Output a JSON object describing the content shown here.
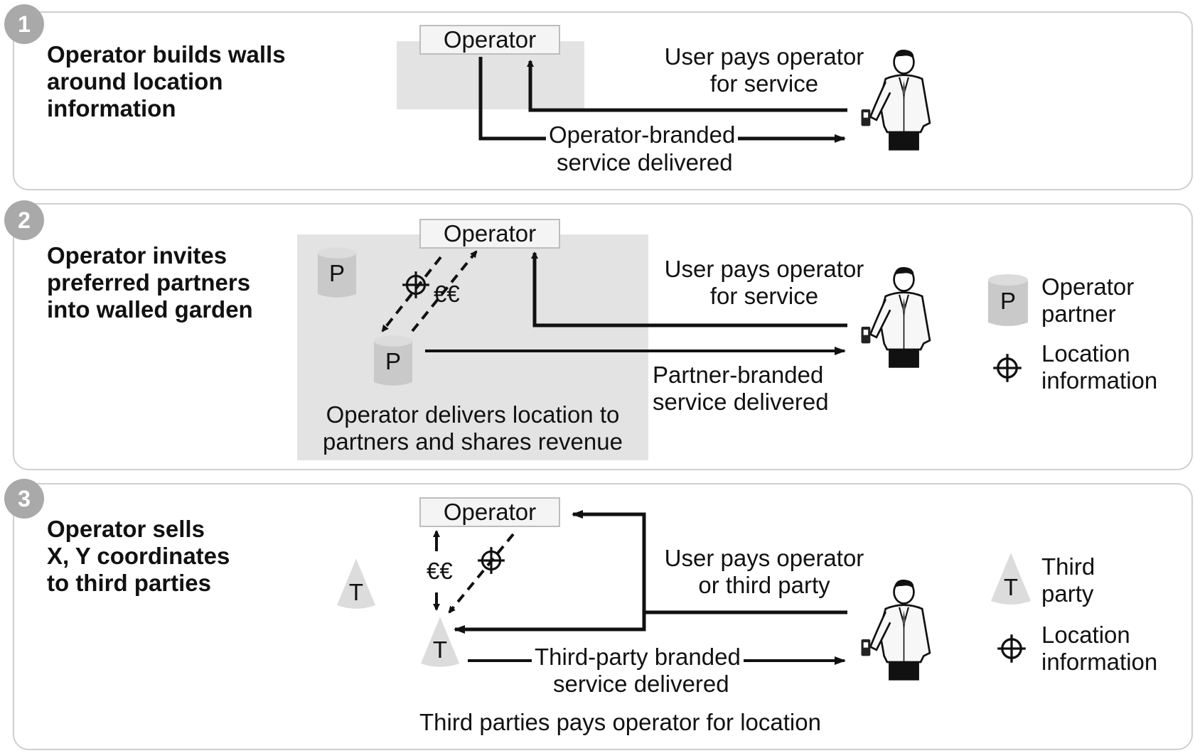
{
  "panels": [
    {
      "number": "1",
      "heading": "Operator builds walls\naround location\ninformation",
      "operator_label": "Operator",
      "user_pays_label": "User pays operator\nfor service",
      "service_label_line1": "Operator-branded",
      "service_label_line2": "service delivered"
    },
    {
      "number": "2",
      "heading": "Operator invites\npreferred partners\ninto walled garden",
      "operator_label": "Operator",
      "euro_label": "€€",
      "partner_symbol": "P",
      "user_pays_label": "User pays operator\nfor service",
      "service_label": "Partner-branded\nservice delivered",
      "garden_caption": "Operator delivers location to\npartners and shares revenue",
      "legend": {
        "partner_symbol": "P",
        "partner_label": "Operator\npartner",
        "location_label": "Location\ninformation"
      }
    },
    {
      "number": "3",
      "heading": "Operator sells\nX, Y coordinates\nto third parties",
      "operator_label": "Operator",
      "euro_label": "€€",
      "third_party_symbol": "T",
      "user_pays_label": "User pays operator\nor third party",
      "service_label_line1": "Third-party branded",
      "service_label_line2": "service delivered",
      "footer_caption": "Third parties pays operator for location",
      "legend": {
        "third_party_symbol": "T",
        "third_party_label": "Third\nparty",
        "location_label": "Location\ninformation"
      }
    }
  ],
  "colors": {
    "badge": "#a9a9a9",
    "garden": "#e3e3e3",
    "panel_border": "#cfcfcf",
    "arrow": "#111111"
  },
  "icons": [
    "user-with-phone-icon",
    "crosshair-icon",
    "partner-cylinder-icon",
    "third-party-cone-icon"
  ]
}
